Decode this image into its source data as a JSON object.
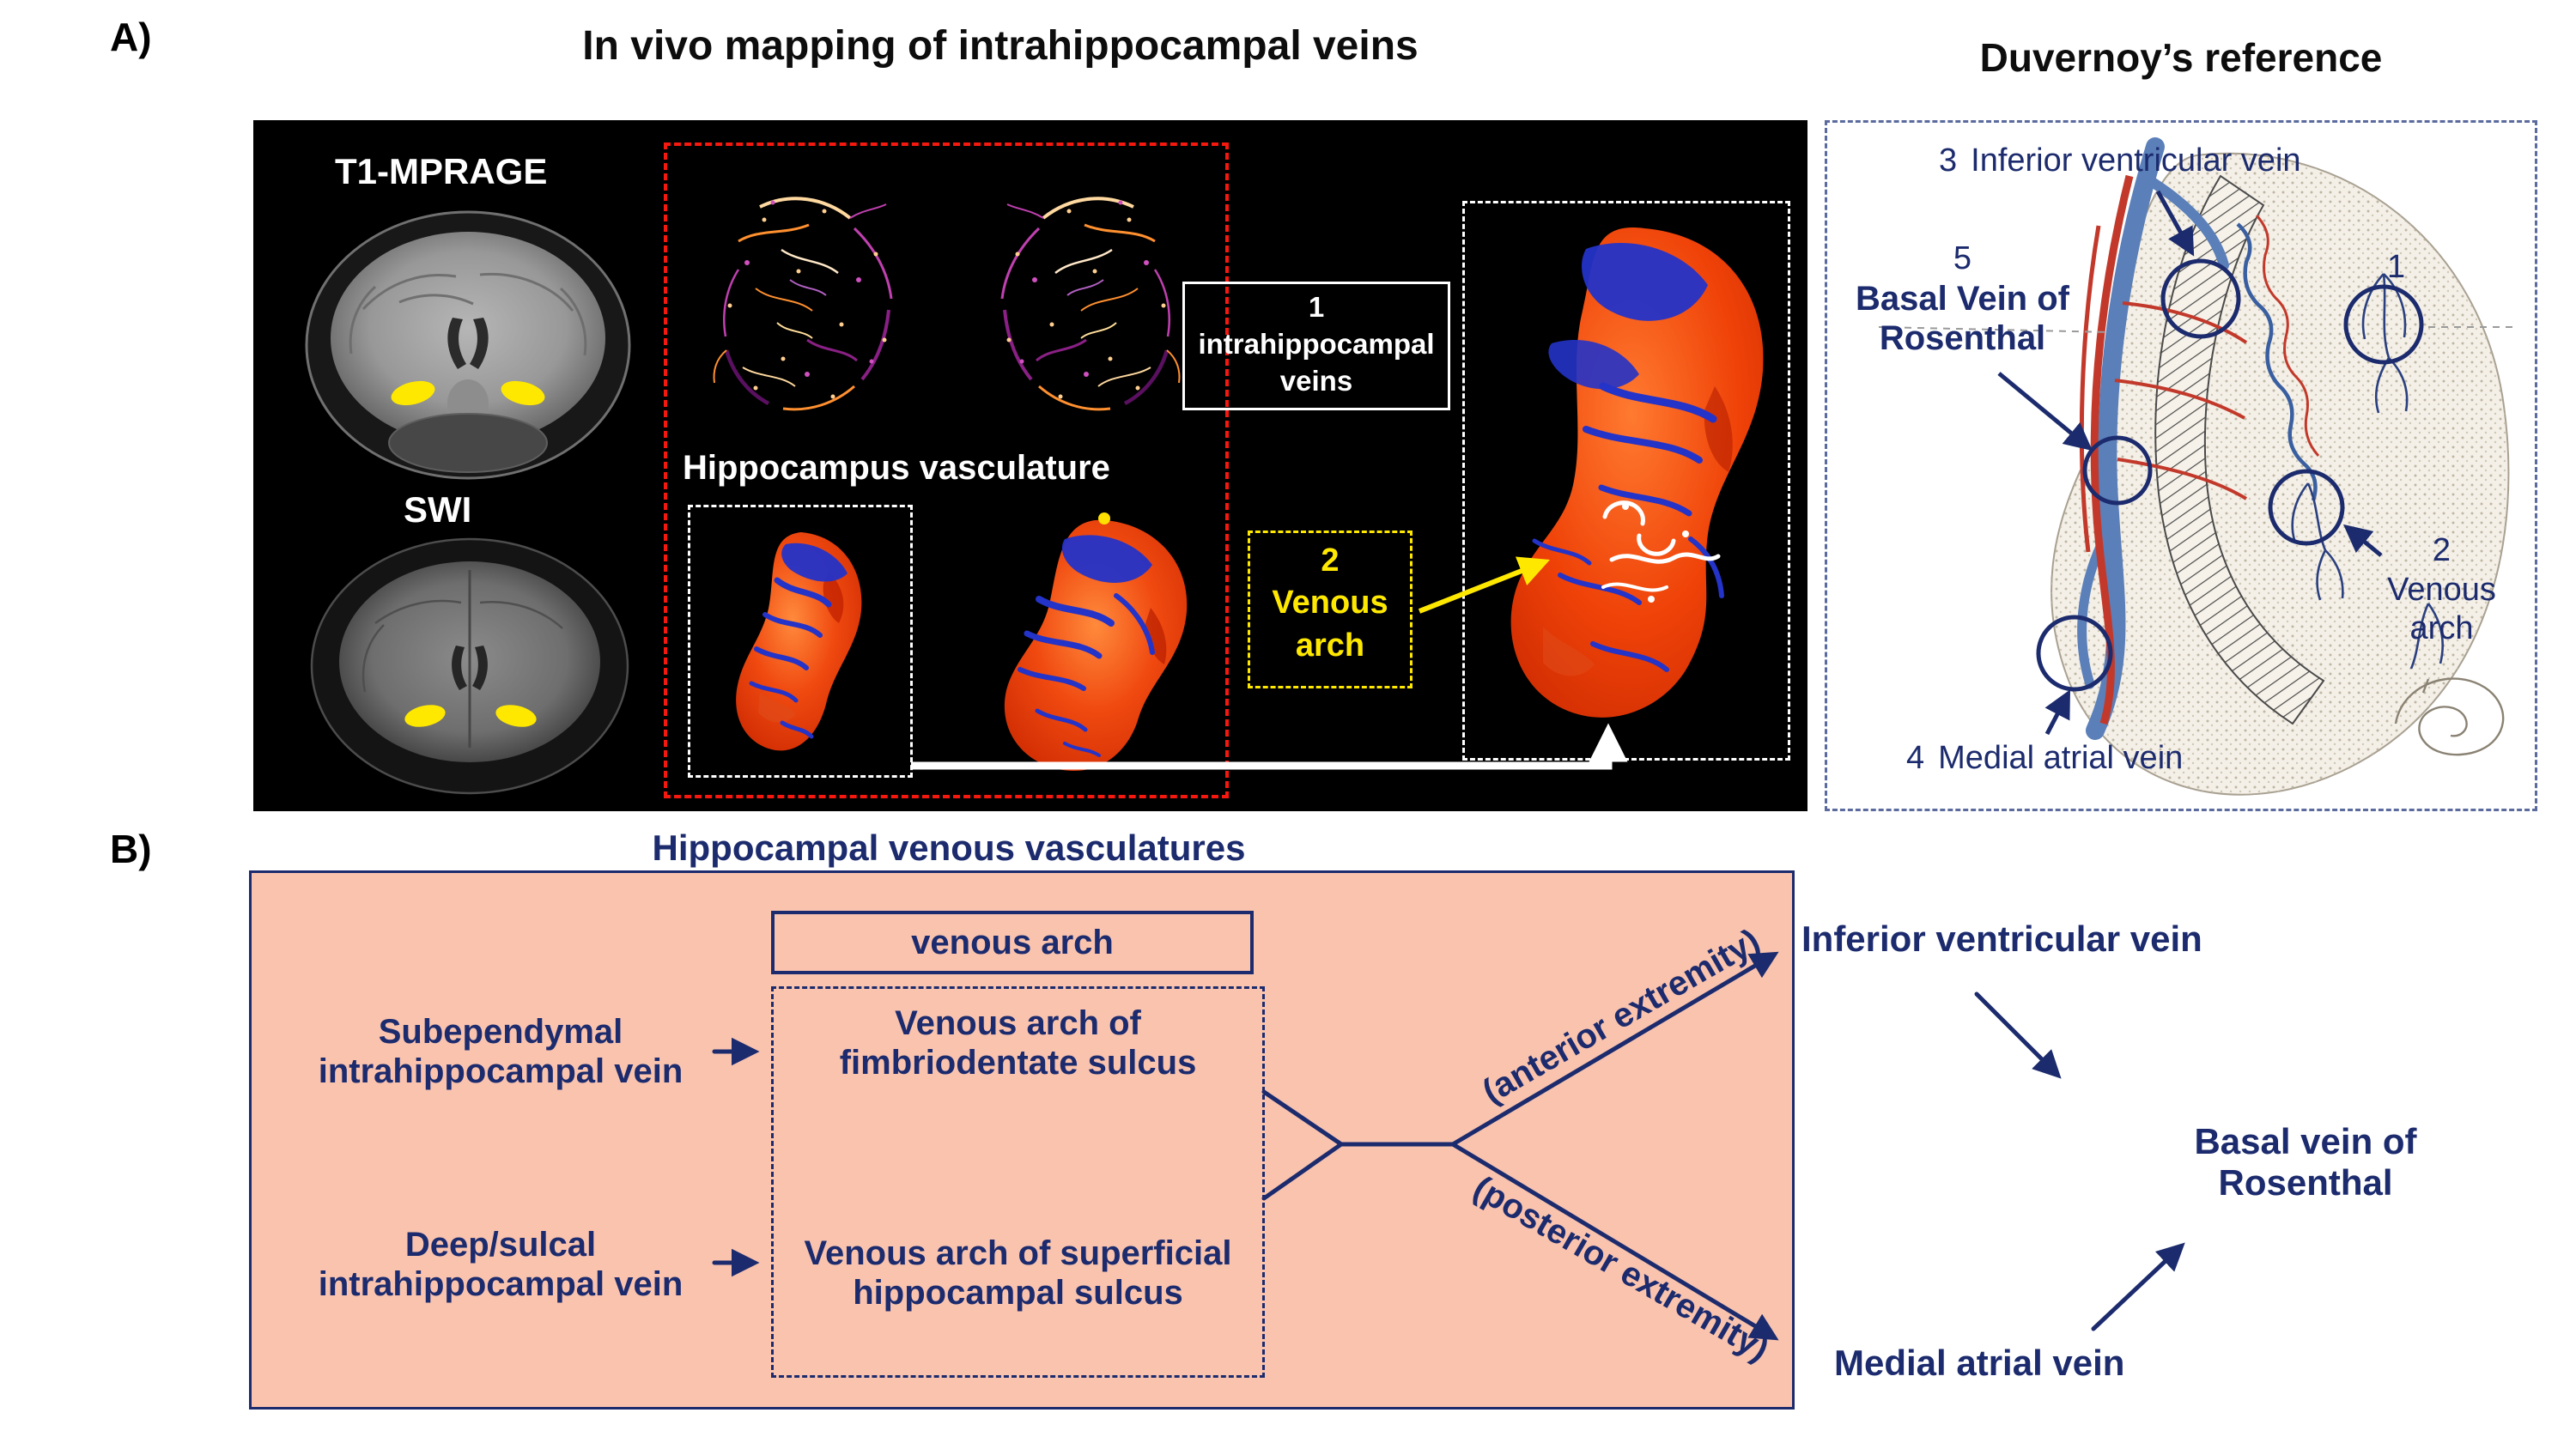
{
  "colors": {
    "navy": "#1c2b6d",
    "salmon": "#f9c3ae",
    "panel_black": "#000000",
    "roi_red": "#f5180f",
    "highlight_yellow": "#ffe800",
    "white": "#ffffff"
  },
  "panel_a": {
    "label": "A)",
    "title": "In vivo mapping of intrahippocampal veins",
    "t1_label": "T1-MPRAGE",
    "swi_label": "SWI",
    "vasculature_label": "Hippocampus vasculature",
    "box1": {
      "number": "1",
      "line1": "intrahippocampal",
      "line2": "veins"
    },
    "box2": {
      "number": "2",
      "line1": "Venous",
      "line2": "arch"
    }
  },
  "duvernoy": {
    "title": "Duvernoy’s reference",
    "label3": {
      "number": "3",
      "text": "Inferior ventricular vein"
    },
    "label5": {
      "number": "5",
      "line1": "Basal Vein of",
      "line2": "Rosenthal"
    },
    "label1": {
      "number": "1"
    },
    "label2": {
      "number": "2",
      "line1": "Venous",
      "line2": "arch"
    },
    "label4": {
      "number": "4",
      "text": "Medial atrial vein"
    }
  },
  "panel_b": {
    "label": "B)",
    "title": "Hippocampal venous vasculatures",
    "venous_arch_box": "venous arch",
    "sources": {
      "subependymal": {
        "line1": "Subependymal",
        "line2": "intrahippocampal vein"
      },
      "deep": {
        "line1": "Deep/sulcal",
        "line2": "intrahippocampal vein"
      }
    },
    "arches": {
      "fimbriodentate": {
        "line1": "Venous arch of",
        "line2": "fimbriodentate sulcus"
      },
      "superficial": {
        "line1": "Venous arch of superficial",
        "line2": "hippocampal sulcus"
      }
    },
    "branches": {
      "anterior": "(anterior extremity)",
      "posterior": "(posterior extremity)"
    },
    "targets": {
      "inferior_ventricular": "Inferior ventricular vein",
      "medial_atrial": "Medial atrial vein",
      "basal": {
        "line1": "Basal vein of",
        "line2": "Rosenthal"
      }
    }
  }
}
